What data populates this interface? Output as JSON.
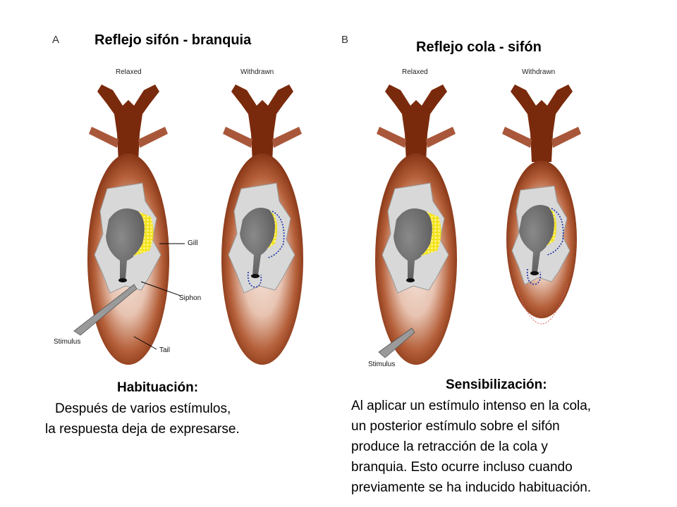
{
  "panel_a": {
    "letter": "A",
    "title": "Reflejo sifón - branquia",
    "relaxed_label": "Relaxed",
    "withdrawn_label": "Withdrawn",
    "gill_label": "Gill",
    "siphon_label": "Siphon",
    "stimulus_label": "Stimulus",
    "tail_label": "Tail",
    "caption_heading": "Habituación:",
    "caption_lines": [
      "Después de varios estímulos,",
      "la respuesta deja de expresarse."
    ]
  },
  "panel_b": {
    "letter": "B",
    "title": "Reflejo cola - sifón",
    "relaxed_label": "Relaxed",
    "withdrawn_label": "Withdrawn",
    "stimulus_label": "Stimulus",
    "caption_heading": "Sensibilización:",
    "caption_lines": [
      "Al aplicar un estímulo intenso en la cola,",
      "un posterior estímulo sobre el sifón",
      "produce la retracción de la cola y",
      "branquia. Esto ocurre incluso cuando",
      "previamente se ha inducido habituación."
    ]
  },
  "colors": {
    "body_dark": "#7a2a0c",
    "body_light": "#f3ddd2",
    "mantle": "#d9d9d9",
    "gill": "#f2e21a",
    "withdrawn_outline": "#1a2fa6",
    "tail_outline": "#e06060"
  }
}
